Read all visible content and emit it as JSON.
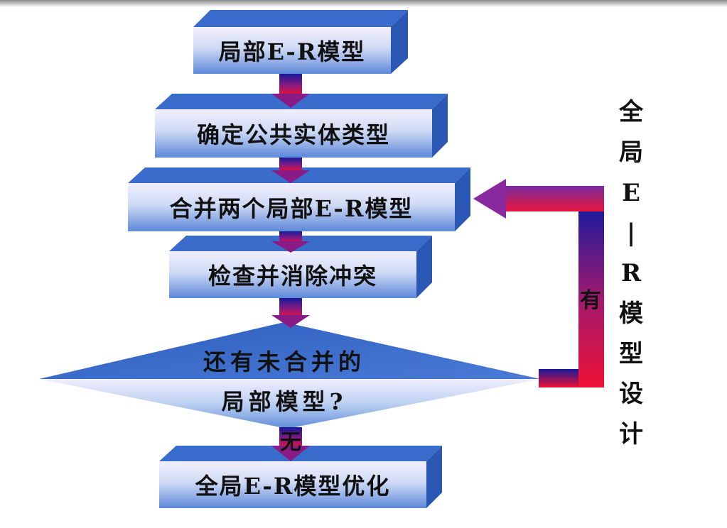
{
  "boxes": {
    "local_er": "局部E-R模型",
    "common_entity": "确定公共实体类型",
    "merge_two": "合并两个局部E-R模型",
    "check_conflict": "检查并消除冲突",
    "optimize": "全局E-R模型优化"
  },
  "decision": {
    "line1": "还有未合并的",
    "line2": "局部模型?"
  },
  "edges": {
    "yes": "有",
    "no": "无"
  },
  "side_title": [
    "全",
    "局",
    "E",
    "|",
    "R",
    "模",
    "型",
    "设",
    "计"
  ],
  "colors": {
    "box_front_top": "#f2eefc",
    "box_front_bottom": "#5c86d8",
    "box_top": "#3a6ccb",
    "box_side": "#2b58b5",
    "arrow_top": "#1a1a9c",
    "arrow_bottom": "#ee1133",
    "arrow_head": "#8a2aa0"
  }
}
